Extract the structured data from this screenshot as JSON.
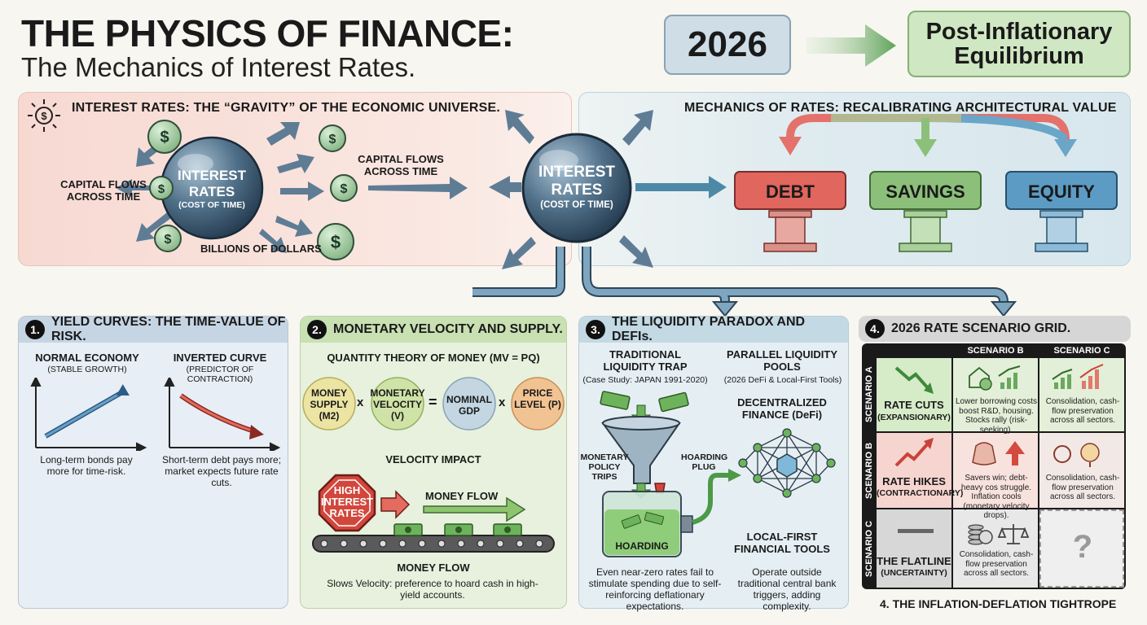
{
  "header": {
    "title": "THE PHYSICS OF FINANCE:",
    "subtitle": "The Mechanics of Interest Rates.",
    "year": "2026",
    "equilibrium": "Post-Inflationary Equilibrium"
  },
  "gravity": {
    "heading": "INTEREST RATES: THE “GRAVITY” OF THE ECONOMIC UNIVERSE.",
    "sphere_title": "INTEREST RATES",
    "sphere_sub": "(COST OF TIME)",
    "left_label": "CAPITAL FLOWS ACROSS TIME",
    "right_label": "CAPITAL FLOWS ACROSS TIME",
    "bottom_label": "BILLIONS OF DOLLARS",
    "coin_symbol": "$"
  },
  "center_sphere": {
    "title": "INTEREST RATES",
    "sub": "(COST OF TIME)"
  },
  "mechanics": {
    "heading": "MECHANICS OF RATES: RECALIBRATING ARCHITECTURAL VALUE",
    "pillars": [
      "DEBT",
      "SAVINGS",
      "EQUITY"
    ],
    "colors": {
      "debt": "#e0665e",
      "savings": "#8cc07a",
      "equity": "#5c9cc4"
    }
  },
  "section1": {
    "num": "1.",
    "heading": "YIELD CURVES: THE TIME-VALUE OF RISK.",
    "normal_title": "NORMAL ECONOMY",
    "normal_sub": "(STABLE GROWTH)",
    "normal_desc": "Long-term bonds pay more for time-risk.",
    "inverted_title": "INVERTED CURVE",
    "inverted_sub": "(PREDICTOR OF CONTRACTION)",
    "inverted_desc": "Short-term debt pays more; market expects future rate cuts."
  },
  "section2": {
    "num": "2.",
    "heading": "MONETARY VELOCITY AND SUPPLY.",
    "equation_title": "QUANTITY THEORY OF MONEY (MV = PQ)",
    "terms": [
      {
        "label": "MONEY SUPPLY (M2)"
      },
      {
        "label": "MONETARY VELOCITY (V)"
      },
      {
        "label": "NOMINAL GDP"
      },
      {
        "label": "PRICE LEVEL (P)"
      }
    ],
    "op_x": "x",
    "op_eq": "=",
    "velocity_title": "VELOCITY IMPACT",
    "stop_sign": "HIGH INTEREST RATES",
    "money_flow_top": "MONEY FLOW",
    "money_flow_bottom": "MONEY FLOW",
    "desc": "Slows Velocity: preference to hoard cash in high-yield accounts."
  },
  "section3": {
    "num": "3.",
    "heading": "THE LIQUIDITY PARADOX AND DEFIs.",
    "trap_title": "TRADITIONAL LIQUIDITY TRAP",
    "trap_sub": "(Case Study: JAPAN 1991-2020)",
    "pools_title": "PARALLEL LIQUIDITY POOLS",
    "pools_sub": "(2026 DeFi & Local-First Tools)",
    "defi": "DECENTRALIZED FINANCE (DeFi)",
    "policy_label": "MONETARY POLICY TRIPS",
    "plug_label": "HOARDING PLUG",
    "hoarding": "HOARDING",
    "local_first": "LOCAL-FIRST FINANCIAL TOOLS",
    "trap_desc": "Even near-zero rates fail to stimulate spending due to self-reinforcing deflationary expectations.",
    "pools_desc": "Operate outside traditional central bank triggers, adding complexity."
  },
  "section4": {
    "num": "4.",
    "heading": "2026 RATE SCENARIO GRID.",
    "col_heads": [
      "SCENARIO B",
      "SCENARIO C"
    ],
    "row_heads": [
      "SCENARIO A",
      "SCENARIO B",
      "SCENARIO C"
    ],
    "rows": [
      {
        "title": "RATE CUTS",
        "sub": "(EXPANSIONARY)",
        "b": "Lower borrowing costs boost R&D, housing. Stocks rally (risk-seeking).",
        "c": "Consolidation, cash-flow preservation across all sectors."
      },
      {
        "title": "RATE HIKES",
        "sub": "(CONTRACTIONARY)",
        "b": "Savers win; debt-heavy cos struggle. Inflation cools (monetary velocity drops).",
        "c": "Consolidation, cash-flow preservation across all sectors."
      },
      {
        "title": "THE FLATLINE",
        "sub": "(UNCERTAINTY)",
        "b": "Consolidation, cash-flow preservation across all sectors.",
        "c": "?"
      }
    ],
    "caption": "4. THE INFLATION-DEFLATION TIGHTROPE"
  }
}
